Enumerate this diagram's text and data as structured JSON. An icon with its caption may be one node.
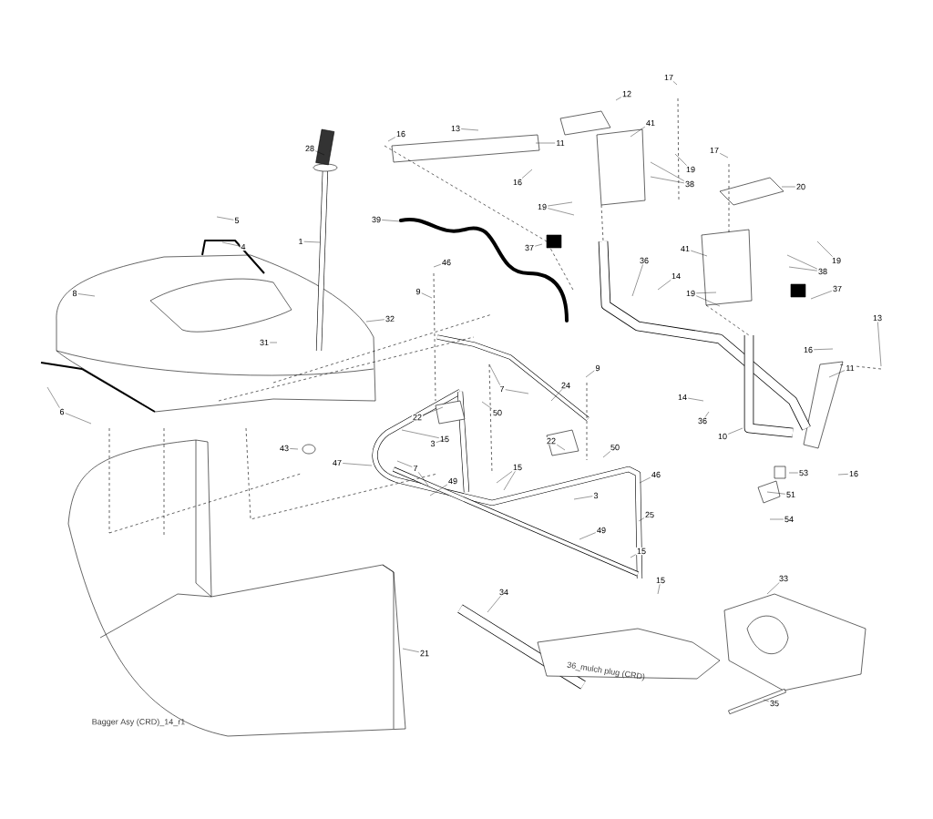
{
  "diagram": {
    "nodes": [
      {
        "text": [
          "17"
        ]
      },
      {
        "text": [
          "12"
        ]
      },
      {
        "text": [
          "13"
        ]
      },
      {
        "text": [
          "41"
        ]
      },
      {
        "text": [
          "16"
        ]
      },
      {
        "text": [
          "11"
        ]
      },
      {
        "text": [
          "28"
        ]
      },
      {
        "text": [
          "17"
        ]
      },
      {
        "text": [
          "19"
        ]
      },
      {
        "text": [
          "16"
        ]
      },
      {
        "text": [
          "38"
        ]
      },
      {
        "text": [
          "20"
        ]
      },
      {
        "text": [
          "19"
        ]
      },
      {
        "text": [
          "39"
        ]
      },
      {
        "text": [
          "5"
        ]
      },
      {
        "text": [
          "1"
        ]
      },
      {
        "text": [
          "4"
        ]
      },
      {
        "text": [
          "37"
        ]
      },
      {
        "text": [
          "41"
        ]
      },
      {
        "text": [
          "19"
        ]
      },
      {
        "text": [
          "36"
        ]
      },
      {
        "text": [
          "46"
        ]
      },
      {
        "text": [
          "38"
        ]
      },
      {
        "text": [
          "14"
        ]
      },
      {
        "text": [
          "37"
        ]
      },
      {
        "text": [
          "9"
        ]
      },
      {
        "text": [
          "8"
        ]
      },
      {
        "text": [
          "19"
        ]
      },
      {
        "text": [
          "13"
        ]
      },
      {
        "text": [
          "32"
        ]
      },
      {
        "text": [
          "31"
        ]
      },
      {
        "text": [
          "16"
        ]
      },
      {
        "text": [
          "9"
        ]
      },
      {
        "text": [
          "11"
        ]
      },
      {
        "text": [
          "7"
        ]
      },
      {
        "text": [
          "24"
        ]
      },
      {
        "text": [
          "14"
        ]
      },
      {
        "text": [
          "6"
        ]
      },
      {
        "text": [
          "50"
        ]
      },
      {
        "text": [
          "22"
        ]
      },
      {
        "text": [
          "15"
        ]
      },
      {
        "text": [
          "36"
        ]
      },
      {
        "text": [
          "10"
        ]
      },
      {
        "text": [
          "3"
        ]
      },
      {
        "text": [
          "22"
        ]
      },
      {
        "text": [
          "43"
        ]
      },
      {
        "text": [
          "50"
        ]
      },
      {
        "text": [
          "47"
        ]
      },
      {
        "text": [
          "7"
        ]
      },
      {
        "text": [
          "15"
        ]
      },
      {
        "text": [
          "53"
        ]
      },
      {
        "text": [
          "16"
        ]
      },
      {
        "text": [
          "46"
        ]
      },
      {
        "text": [
          "49"
        ]
      },
      {
        "text": [
          "51"
        ]
      },
      {
        "text": [
          "3"
        ]
      },
      {
        "text": [
          "25"
        ]
      },
      {
        "text": [
          "54"
        ]
      },
      {
        "text": [
          "49"
        ]
      },
      {
        "text": [
          "15"
        ]
      },
      {
        "text": [
          "15"
        ]
      },
      {
        "text": [
          "33"
        ]
      },
      {
        "text": [
          "34"
        ]
      },
      {
        "text": [
          "21"
        ]
      },
      {
        "text": [
          "35"
        ]
      }
    ],
    "edges": [
      {
        "from": 0,
        "to": null,
        "arrow": "none"
      },
      {
        "from": 1,
        "to": null,
        "arrow": "none"
      },
      {
        "from": 2,
        "to": null,
        "arrow": "none"
      },
      {
        "from": 3,
        "to": null,
        "arrow": "none"
      },
      {
        "from": 4,
        "to": null,
        "arrow": "none"
      },
      {
        "from": 5,
        "to": null,
        "arrow": "none"
      },
      {
        "from": 6,
        "to": null,
        "arrow": "none"
      },
      {
        "from": 7,
        "to": null,
        "arrow": "none"
      },
      {
        "from": 8,
        "to": null,
        "arrow": "none"
      },
      {
        "from": 9,
        "to": null,
        "arrow": "none"
      },
      {
        "from": 10,
        "to": null,
        "arrow": "none"
      },
      {
        "from": 10,
        "to": null,
        "arrow": "none"
      },
      {
        "from": 11,
        "to": null,
        "arrow": "none"
      },
      {
        "from": 12,
        "to": null,
        "arrow": "none"
      },
      {
        "from": 12,
        "to": null,
        "arrow": "none"
      },
      {
        "from": 13,
        "to": null,
        "arrow": "none"
      },
      {
        "from": 14,
        "to": null,
        "arrow": "none"
      },
      {
        "from": 15,
        "to": null,
        "arrow": "none"
      },
      {
        "from": 16,
        "to": null,
        "arrow": "none"
      },
      {
        "from": 17,
        "to": null,
        "arrow": "none"
      },
      {
        "from": 18,
        "to": null,
        "arrow": "none"
      },
      {
        "from": 19,
        "to": null,
        "arrow": "none"
      },
      {
        "from": 20,
        "to": null,
        "arrow": "none"
      },
      {
        "from": 21,
        "to": null,
        "arrow": "none"
      },
      {
        "from": 22,
        "to": null,
        "arrow": "none"
      },
      {
        "from": 22,
        "to": null,
        "arrow": "none"
      },
      {
        "from": 23,
        "to": null,
        "arrow": "none"
      },
      {
        "from": 24,
        "to": null,
        "arrow": "none"
      },
      {
        "from": 25,
        "to": null,
        "arrow": "none"
      },
      {
        "from": 26,
        "to": null,
        "arrow": "none"
      },
      {
        "from": 27,
        "to": null,
        "arrow": "none"
      },
      {
        "from": 27,
        "to": null,
        "arrow": "none"
      },
      {
        "from": 28,
        "to": null,
        "arrow": "none"
      },
      {
        "from": 29,
        "to": null,
        "arrow": "none"
      },
      {
        "from": 30,
        "to": null,
        "arrow": "none"
      },
      {
        "from": 31,
        "to": null,
        "arrow": "none"
      },
      {
        "from": 32,
        "to": null,
        "arrow": "none"
      },
      {
        "from": 33,
        "to": null,
        "arrow": "none"
      },
      {
        "from": 34,
        "to": null,
        "arrow": "none"
      },
      {
        "from": 34,
        "to": null,
        "arrow": "none"
      },
      {
        "from": 35,
        "to": null,
        "arrow": "none"
      },
      {
        "from": 36,
        "to": null,
        "arrow": "none"
      },
      {
        "from": 37,
        "to": null,
        "arrow": "none"
      },
      {
        "from": 37,
        "to": null,
        "arrow": "none"
      },
      {
        "from": 38,
        "to": null,
        "arrow": "none"
      },
      {
        "from": 39,
        "to": null,
        "arrow": "none"
      },
      {
        "from": 40,
        "to": null,
        "arrow": "none"
      },
      {
        "from": 41,
        "to": null,
        "arrow": "none"
      },
      {
        "from": 42,
        "to": null,
        "arrow": "none"
      },
      {
        "from": 43,
        "to": null,
        "arrow": "none"
      },
      {
        "from": 44,
        "to": null,
        "arrow": "none"
      },
      {
        "from": 45,
        "to": null,
        "arrow": "none"
      },
      {
        "from": 46,
        "to": null,
        "arrow": "none"
      },
      {
        "from": 47,
        "to": null,
        "arrow": "none"
      },
      {
        "from": 48,
        "to": null,
        "arrow": "none"
      },
      {
        "from": 48,
        "to": null,
        "arrow": "none"
      },
      {
        "from": 49,
        "to": null,
        "arrow": "none"
      },
      {
        "from": 49,
        "to": null,
        "arrow": "none"
      },
      {
        "from": 50,
        "to": null,
        "arrow": "none"
      },
      {
        "from": 51,
        "to": null,
        "arrow": "none"
      },
      {
        "from": 52,
        "to": null,
        "arrow": "none"
      },
      {
        "from": 53,
        "to": null,
        "arrow": "none"
      },
      {
        "from": 54,
        "to": null,
        "arrow": "none"
      },
      {
        "from": 55,
        "to": null,
        "arrow": "none"
      },
      {
        "from": 56,
        "to": null,
        "arrow": "none"
      },
      {
        "from": 57,
        "to": null,
        "arrow": "none"
      },
      {
        "from": 58,
        "to": null,
        "arrow": "none"
      },
      {
        "from": 59,
        "to": null,
        "arrow": "none"
      },
      {
        "from": 60,
        "to": null,
        "arrow": "none"
      },
      {
        "from": 61,
        "to": null,
        "arrow": "none"
      },
      {
        "from": 62,
        "to": null,
        "arrow": "none"
      },
      {
        "from": 63,
        "to": null,
        "arrow": "none"
      },
      {
        "from": 64,
        "to": null,
        "arrow": "none"
      }
    ],
    "labels": [
      "36_mulch plug (CRD)",
      "Bagger Asy (CRD)_14_r1"
    ]
  }
}
